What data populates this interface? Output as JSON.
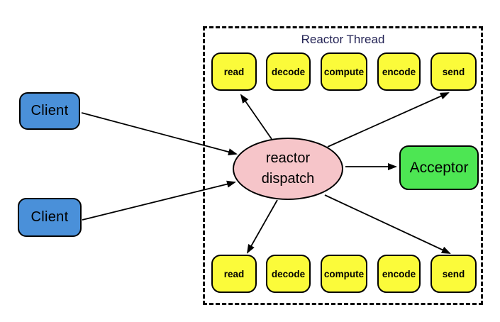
{
  "diagram": {
    "boundary_title": "Reactor Thread",
    "clients": [
      {
        "label": "Client"
      },
      {
        "label": "Client"
      }
    ],
    "dispatcher": {
      "line1": "reactor",
      "line2": "dispatch"
    },
    "acceptor": {
      "label": "Acceptor"
    },
    "pipeline_top": [
      "read",
      "decode",
      "compute",
      "encode",
      "send"
    ],
    "pipeline_bottom": [
      "read",
      "decode",
      "compute",
      "encode",
      "send"
    ],
    "edges": [
      {
        "from": "client-1",
        "to": "reactor-dispatch"
      },
      {
        "from": "client-2",
        "to": "reactor-dispatch"
      },
      {
        "from": "reactor-dispatch",
        "to": "read-top"
      },
      {
        "from": "reactor-dispatch",
        "to": "send-top"
      },
      {
        "from": "reactor-dispatch",
        "to": "acceptor"
      },
      {
        "from": "reactor-dispatch",
        "to": "read-bottom"
      },
      {
        "from": "reactor-dispatch",
        "to": "send-bottom"
      }
    ],
    "colors": {
      "client": "#4a90d9",
      "stage": "#fbfb3a",
      "acceptor": "#4de653",
      "dispatch": "#f6c5c9",
      "title": "#232355",
      "arrow": "#000000"
    }
  }
}
